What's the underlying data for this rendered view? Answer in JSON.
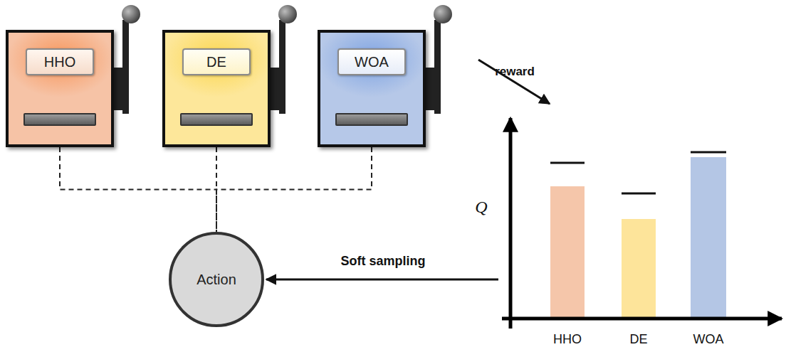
{
  "diagram": {
    "nodes": [
      {
        "text": [
          "HHO"
        ]
      },
      {
        "text": [
          "DE"
        ]
      },
      {
        "text": [
          "WOA"
        ]
      },
      {
        "text": [
          "Action"
        ]
      }
    ],
    "edges": [
      {
        "from": 0,
        "to": 3,
        "arrow": "none"
      },
      {
        "from": 1,
        "to": 3,
        "arrow": "none"
      },
      {
        "from": 2,
        "to": 3,
        "arrow": "none"
      }
    ],
    "labels": [
      "reward",
      "Q",
      "HHO",
      "DE",
      "WOA",
      "Soft sampling"
    ]
  }
}
